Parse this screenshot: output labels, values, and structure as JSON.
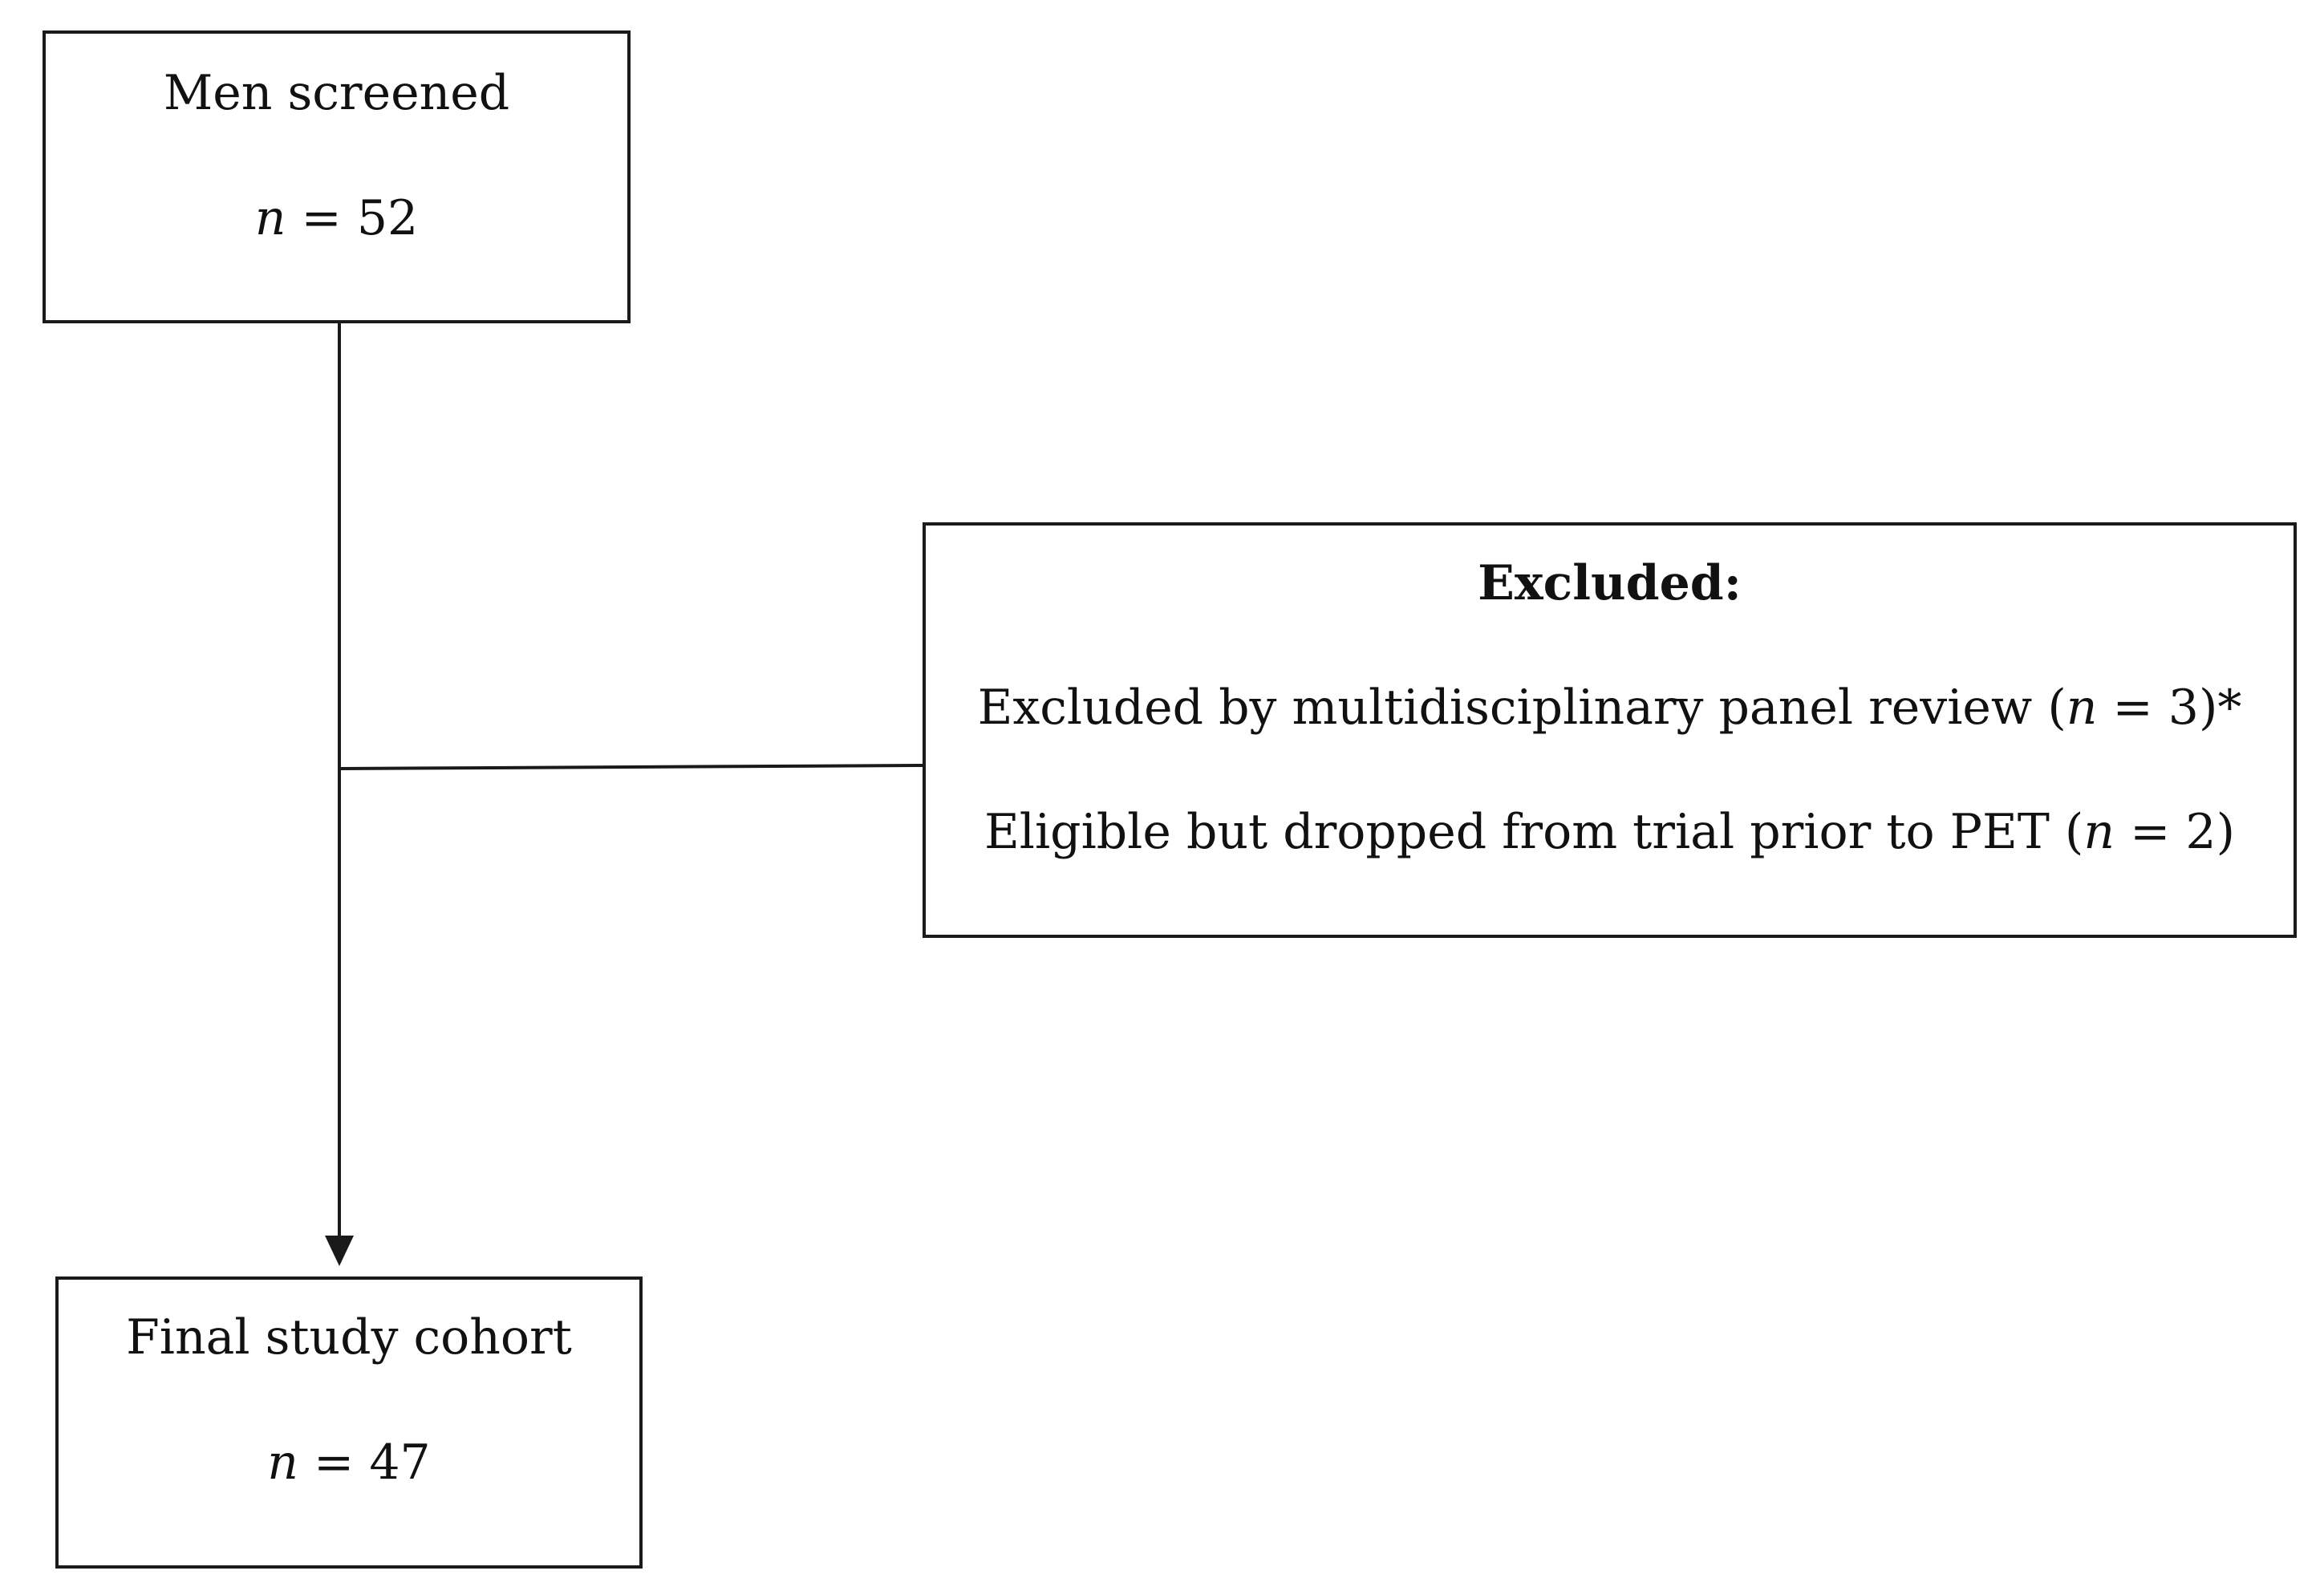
{
  "flowchart": {
    "screened": {
      "title": "Men screened",
      "count_var": "n",
      "count_text": " = 52"
    },
    "excluded": {
      "title": "Excluded:",
      "reason1_pre": "Excluded by multidisciplinary panel review (",
      "reason1_var": "n",
      "reason1_post": " = 3)*",
      "reason2_pre": "Eligible but dropped from trial prior to PET (",
      "reason2_var": "n",
      "reason2_post": " = 2)"
    },
    "final": {
      "title": "Final study cohort",
      "count_var": "n",
      "count_text": " = 47"
    }
  }
}
